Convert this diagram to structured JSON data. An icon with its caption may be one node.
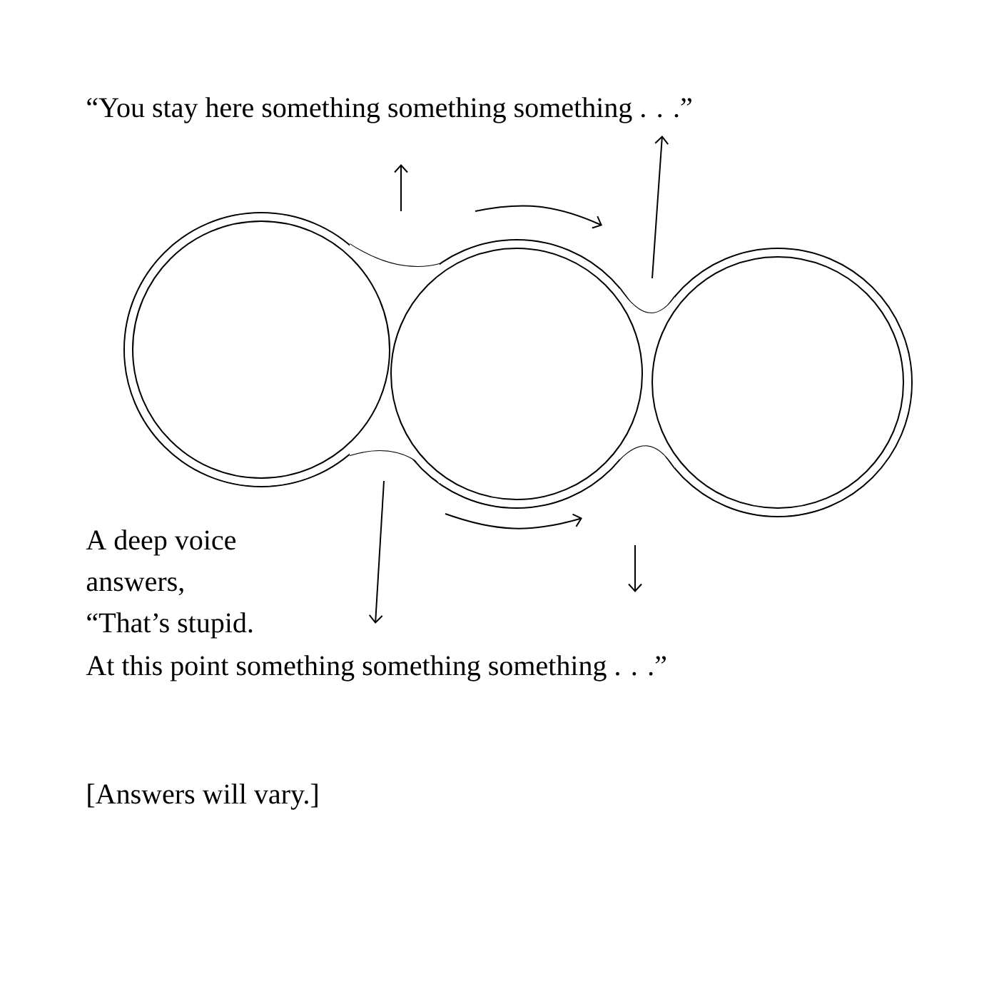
{
  "diagram": {
    "labels": [
      "“You stay here something something something . . .”",
      "A deep voice",
      "answers,",
      "“That’s stupid.",
      "At this point something something something . . .”",
      "[Answers will vary.]"
    ]
  }
}
